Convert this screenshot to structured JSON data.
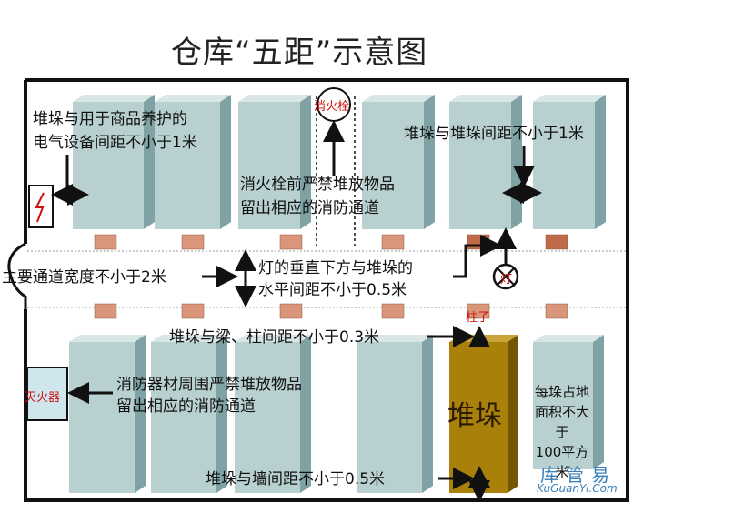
{
  "title": "仓库“五距”示意图",
  "labels": {
    "equipment_line1": "堆垛与用于商品养护的",
    "equipment_line2": "电气设备间距不小于1米",
    "stack_to_stack": "堆垛与堆垛间距不小于1米",
    "hydrant_line1": "消火栓前严禁堆放物品",
    "hydrant_line2": "留出相应的消防通道",
    "main_aisle": "主要通道宽度不小于2米",
    "lamp_line1": "灯的垂直下方与堆垛的",
    "lamp_line2": "水平间距不小于0.5米",
    "beam_column": "堆垛与梁、柱间距不小于0.3米",
    "extinguisher_area_line1": "消防器材周围严禁堆放物品",
    "extinguisher_area_line2": "留出相应的消防通道",
    "wall_distance": "堆垛与墙间距不小于0.5米",
    "area_line1": "每垛占地",
    "area_line2": "面积不大于",
    "area_line3": "100平方米"
  },
  "markers": {
    "hydrant": "消火栓",
    "extinguisher": "灭火器",
    "column": "柱子",
    "lamp": "灯",
    "stack": "堆垛"
  },
  "brand": {
    "name": "库管易",
    "url": "KuGuanYi.Com"
  },
  "colors": {
    "box_front": "#b8d0d0",
    "box_side": "#7fa3a5",
    "box_top": "#d8e6e6",
    "stack_front": "#a8800a",
    "stack_side": "#735602",
    "pillar": "#d9967a",
    "pillar_dark": "#bf6a48",
    "wall": "#111111",
    "accent_red": "#d01010",
    "brand": "#3a7fb8"
  },
  "icons": {
    "electric_box": "lightning-icon",
    "lamp": "lamp-x-icon"
  }
}
